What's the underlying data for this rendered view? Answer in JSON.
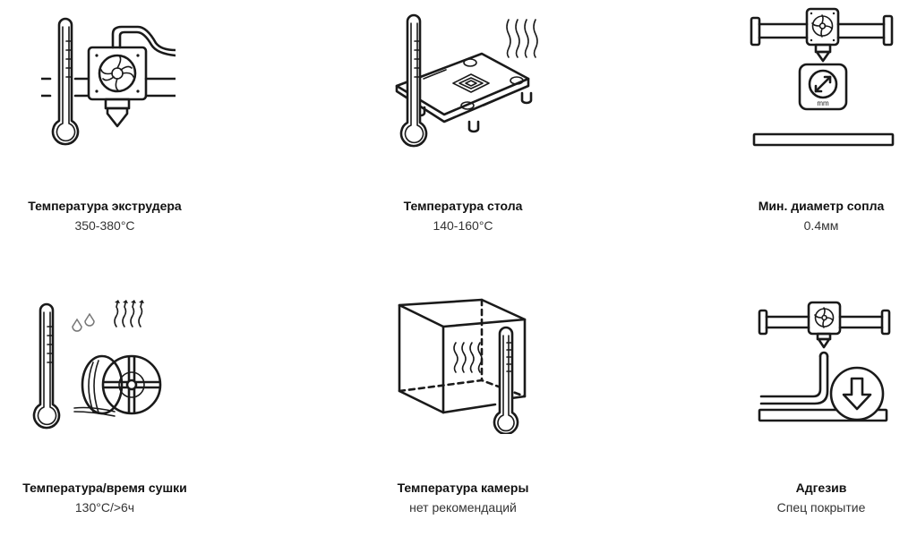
{
  "specs": [
    {
      "id": "extruder-temp",
      "icon": "extruder-thermometer-icon",
      "title": "Температура экструдера",
      "value": "350-380°C"
    },
    {
      "id": "bed-temp",
      "icon": "heated-bed-thermometer-icon",
      "title": "Температура стола",
      "value": "140-160°C"
    },
    {
      "id": "nozzle-diameter",
      "icon": "nozzle-diameter-icon",
      "title": "Мин. диаметр сопла",
      "value": "0.4мм",
      "icon_label": "mm"
    },
    {
      "id": "drying",
      "icon": "filament-drying-icon",
      "title": "Температура/время сушки",
      "value": "130°C/>6ч"
    },
    {
      "id": "chamber-temp",
      "icon": "heated-chamber-icon",
      "title": "Температура камеры",
      "value": "нет рекомендаций"
    },
    {
      "id": "adhesive",
      "icon": "bed-adhesion-icon",
      "title": "Адгезив",
      "value": "Спец покрытие"
    }
  ],
  "colors": {
    "title": "#111111",
    "value": "#333333",
    "icon_stroke": "#1a1a1a",
    "background": "#ffffff"
  }
}
